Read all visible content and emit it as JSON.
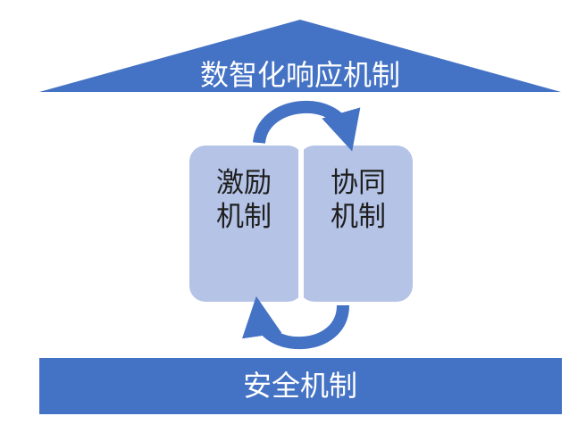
{
  "top": {
    "label": "数智化响应机制"
  },
  "left_box": {
    "line1": "激励",
    "line2": "机制"
  },
  "right_box": {
    "line1": "协同",
    "line2": "机制"
  },
  "bottom": {
    "label": "安全机制"
  },
  "colors": {
    "blue": "#4472c4",
    "box": "#b4c3e6",
    "box_divider": "#ffffff"
  }
}
